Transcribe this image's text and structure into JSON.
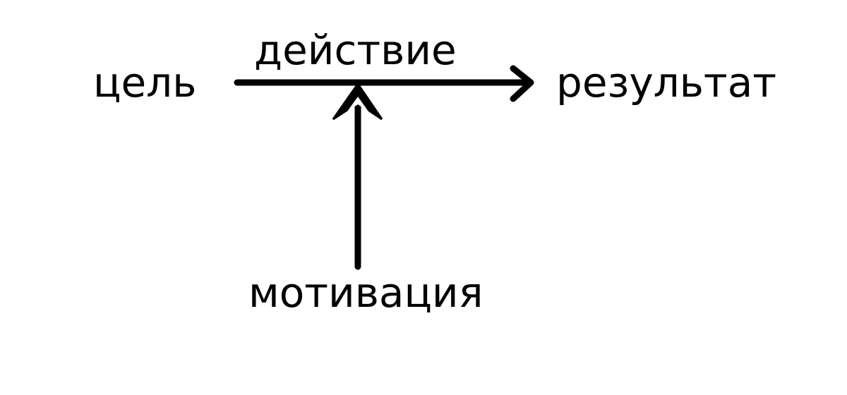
{
  "diagram": {
    "nodes": {
      "goal": "цель",
      "action": "действие",
      "result": "результат",
      "motivation": "мотивация"
    },
    "edges": [
      {
        "from": "goal",
        "to": "result",
        "label": "action"
      },
      {
        "from": "motivation",
        "to": "action"
      }
    ],
    "colors": {
      "background": "#ffffff",
      "ink": "#000000"
    }
  }
}
